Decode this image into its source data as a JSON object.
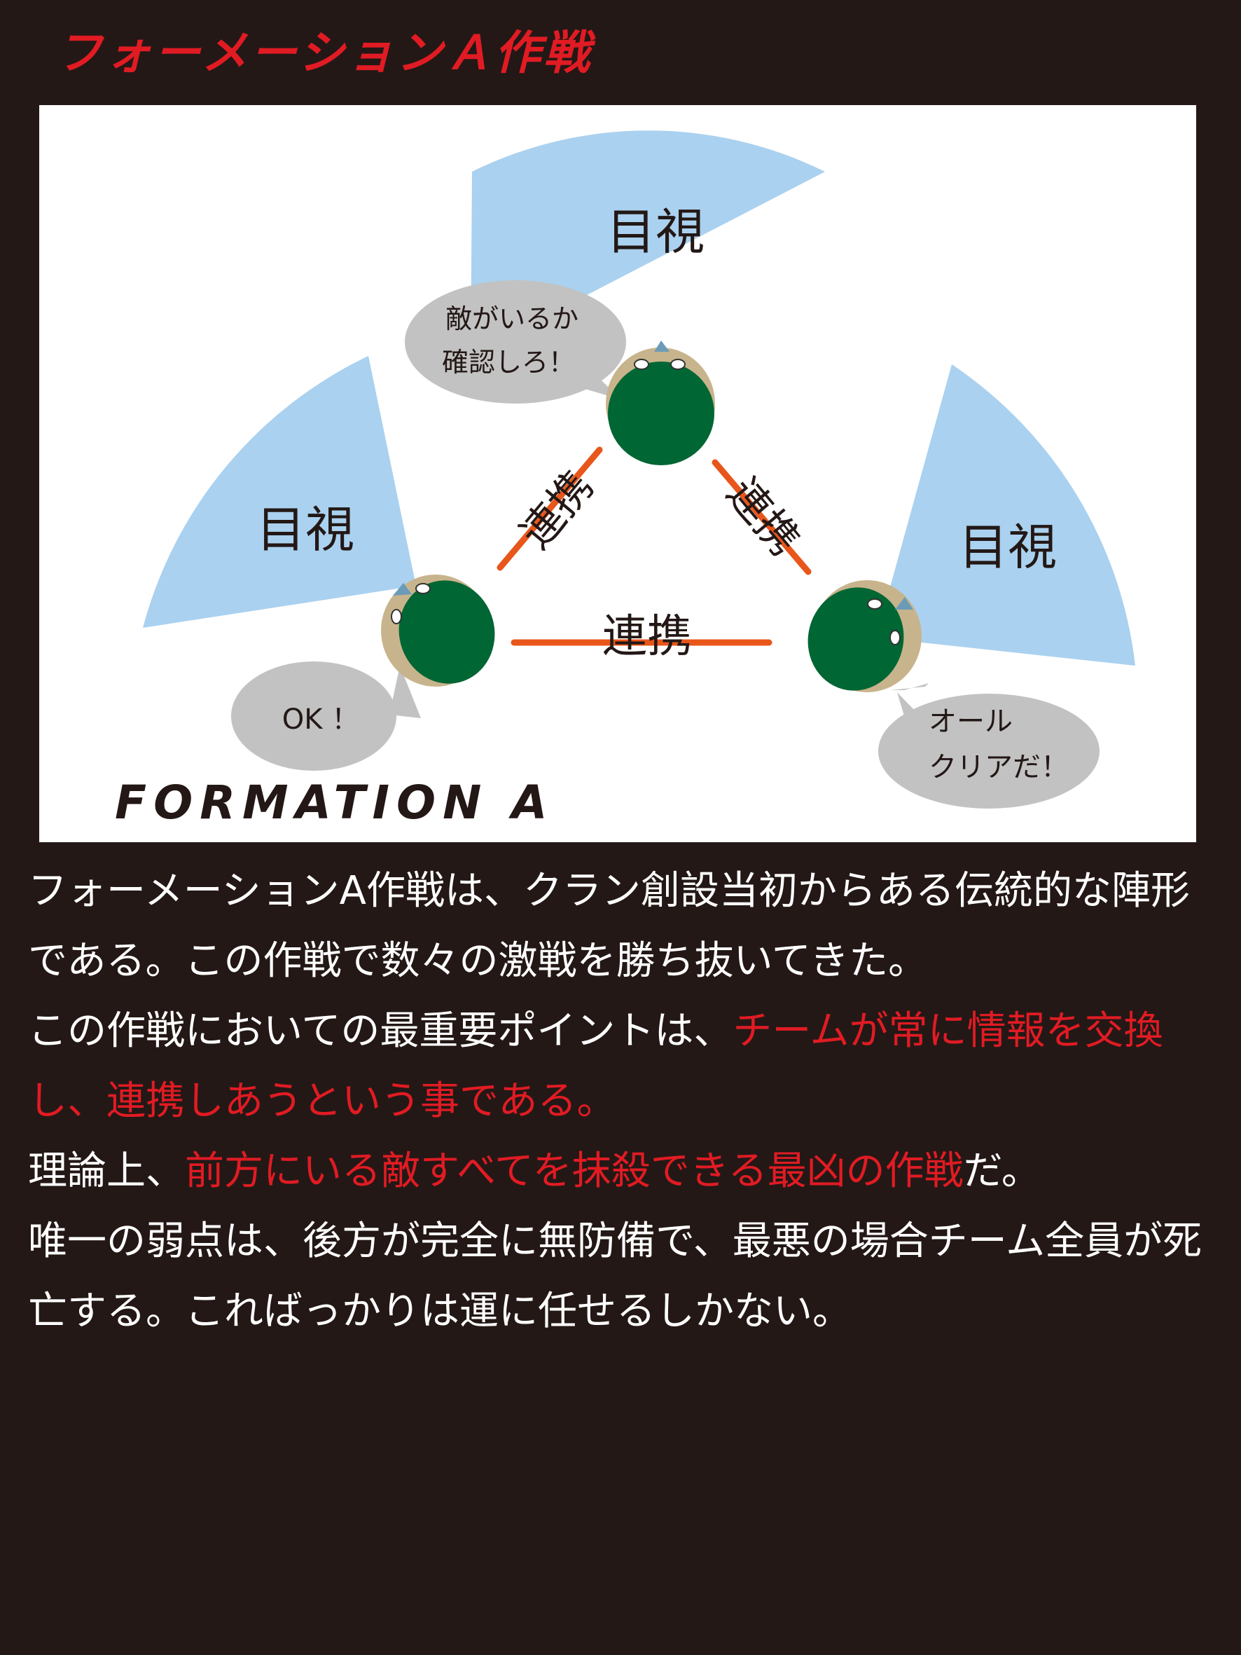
{
  "title": "フォーメーションＡ作戦",
  "diagram": {
    "vision_label": "目視",
    "link_label": "連携",
    "bubbles": {
      "top": [
        "敵がいるか",
        "確認しろ！"
      ],
      "left": [
        "OK ！"
      ],
      "right": [
        "オール",
        "クリアだ！"
      ]
    },
    "logo": "FORMATION A"
  },
  "paragraphs": [
    [
      {
        "text": "フォーメーションA作戦は、クラン創設当初からある伝統的な陣形である。この作戦で数々の激戦を勝ち抜いてきた。",
        "red": false
      }
    ],
    [
      {
        "text": "この作戦においての最重要ポイントは、",
        "red": false
      },
      {
        "text": "チームが常に情報を交換し、連携しあうという事である。",
        "red": true
      }
    ],
    [
      {
        "text": "理論上、",
        "red": false
      },
      {
        "text": "前方にいる敵すべてを抹殺できる最凶の作戦",
        "red": true
      },
      {
        "text": "だ。",
        "red": false
      }
    ],
    [
      {
        "text": "唯一の弱点は、後方が完全に無防備で、最悪の場合チーム全員が死亡する。こればっかりは運に任せるしかない。",
        "red": false
      }
    ]
  ],
  "colors": {
    "vision": "#aad1ef",
    "link": "#e8561b",
    "body": "#006633",
    "head": "#c8b48c",
    "bubble": "#c2c2c2",
    "accent": "#e11b23"
  }
}
